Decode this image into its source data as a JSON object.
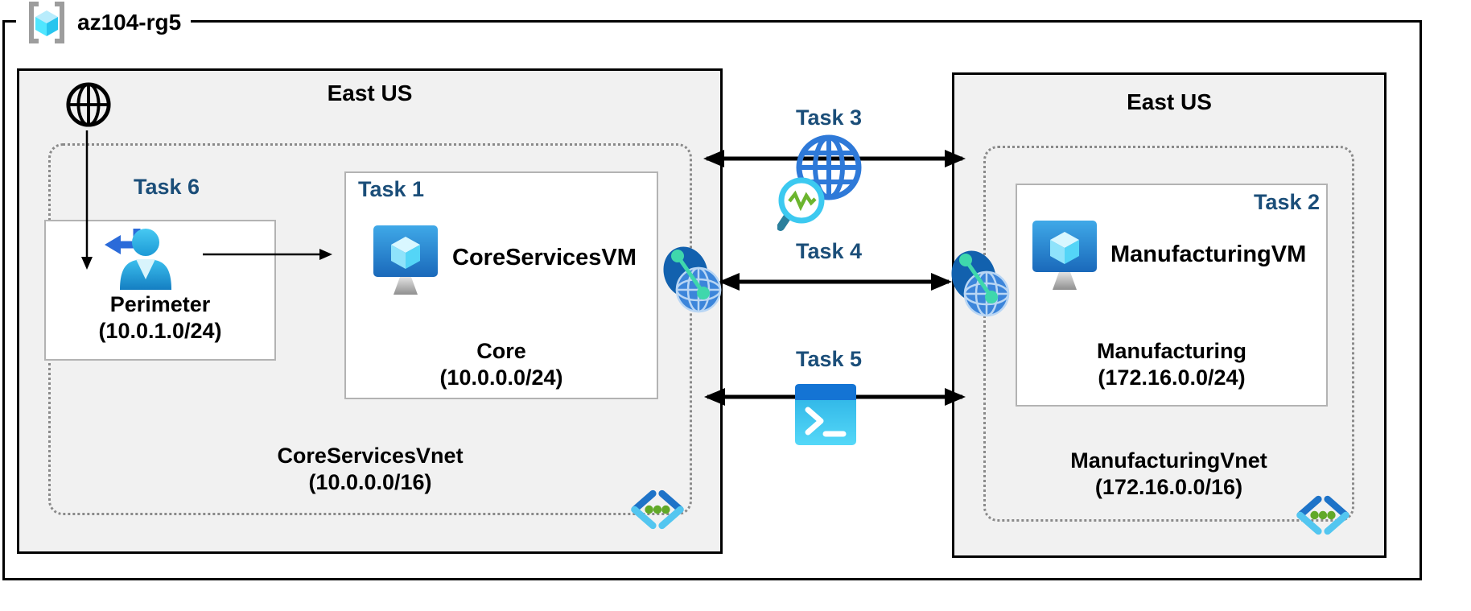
{
  "resource_group": {
    "name": "az104-rg5"
  },
  "left_region": {
    "location": "East US",
    "vnet": {
      "name": "CoreServicesVnet",
      "cidr": "(10.0.0.0/16)"
    },
    "subnets": {
      "perimeter": {
        "task_label": "Task 6",
        "name": "Perimeter",
        "cidr": "(10.0.1.0/24)"
      },
      "core": {
        "task_label": "Task 1",
        "vm_name": "CoreServicesVM",
        "name": "Core",
        "cidr": "(10.0.0.0/24)"
      }
    }
  },
  "right_region": {
    "location": "East US",
    "vnet": {
      "name": "ManufacturingVnet",
      "cidr": "(172.16.0.0/16)"
    },
    "subnets": {
      "manufacturing": {
        "task_label": "Task 2",
        "vm_name": "ManufacturingVM",
        "name": "Manufacturing",
        "cidr": "(172.16.0.0/24)"
      }
    }
  },
  "connections": {
    "task3": {
      "label": "Task 3",
      "icon": "network-watcher-icon"
    },
    "task4": {
      "label": "Task 4",
      "icon": "vnet-peering-icon"
    },
    "task5": {
      "label": "Task 5",
      "icon": "powershell-terminal-icon"
    }
  },
  "icons": {
    "resource_group": "resource-group-icon",
    "internet": "internet-globe-icon",
    "sign_in_user": "user-sign-in-icon",
    "virtual_machine": "virtual-machine-icon",
    "vnet_peering": "vnet-peering-icon",
    "network_watcher": "network-watcher-icon",
    "cloud_shell": "powershell-terminal-icon",
    "virtual_network": "virtual-network-icon"
  },
  "colors": {
    "task_label": "#1B4E79",
    "region_fill": "#F1F1F1",
    "region_border": "#000000",
    "subnet_box_border": "#B3B3B3",
    "vnet_dotted_border": "#8A8A8A",
    "arrow": "#000000",
    "azure_blue": "#2E79D8",
    "azure_cyan": "#50E6FF",
    "green_accent": "#5EA62C"
  }
}
